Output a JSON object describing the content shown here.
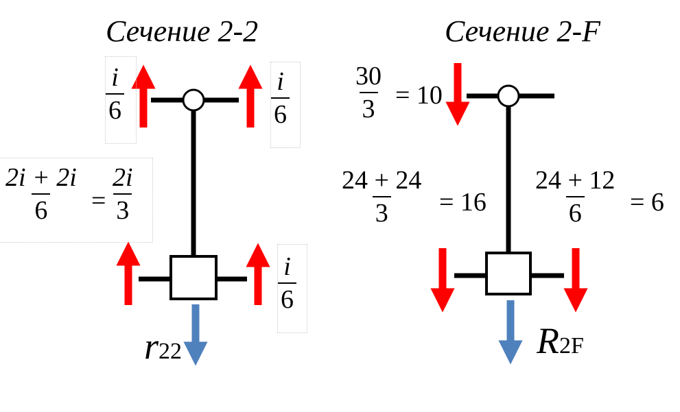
{
  "left": {
    "title": "Сечение 2-2",
    "top_left_frac": {
      "num": "i",
      "den": "6"
    },
    "top_right_frac": {
      "num": "i",
      "den": "6"
    },
    "mid_frac_lhs": {
      "num": "2i + 2i",
      "den": "6"
    },
    "mid_eq": "=",
    "mid_frac_rhs": {
      "num": "2i",
      "den": "3"
    },
    "bot_right_frac": {
      "num": "i",
      "den": "6"
    },
    "reaction": {
      "main": "r",
      "sub": "22"
    }
  },
  "right": {
    "title": "Сечение 2-F",
    "top_frac": {
      "num": "30",
      "den": "3"
    },
    "top_result": "= 10",
    "mid_left_frac": {
      "num": "24 + 24",
      "den": "3"
    },
    "mid_left_result": "= 16",
    "mid_right_frac": {
      "num": "24 + 12",
      "den": "6"
    },
    "mid_right_result": "= 6",
    "reaction": {
      "main": "R",
      "sub": "2F"
    }
  },
  "colors": {
    "force": "#ff0000",
    "reaction": "#4f81bd",
    "frame": "#000000"
  }
}
